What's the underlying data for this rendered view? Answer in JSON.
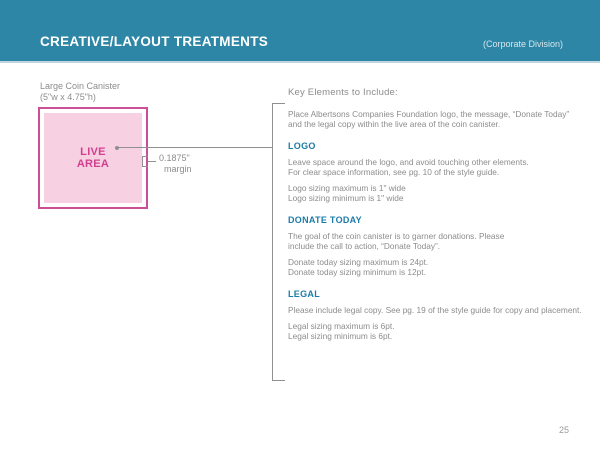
{
  "header": {
    "title": "CREATIVE/LAYOUT TREATMENTS",
    "subtitle": "(Corporate Division)"
  },
  "diagram": {
    "label_line1": "Large Coin Canister",
    "label_line2": "(5\"w x 4.75\"h)",
    "live_area_label": "LIVE AREA",
    "margin_value": "0.1875\"",
    "margin_label": "margin"
  },
  "content": {
    "heading": "Key Elements to Include:",
    "intro": [
      "Place Albertsons Companies Foundation logo, the message, “Donate Today”",
      "and the legal copy within the live area of the coin canister."
    ],
    "sections": [
      {
        "title": "LOGO",
        "para1": [
          "Leave space around the logo, and avoid touching other elements.",
          "For clear space information, see pg. 10 of the style guide."
        ],
        "para2": [
          "Logo sizing maximum is 1\" wide",
          "Logo sizing minimum is 1\" wide"
        ]
      },
      {
        "title": "DONATE TODAY",
        "para1": [
          "The goal of the coin canister is to garner donations. Please",
          "include the call to action, “Donate Today”."
        ],
        "para2": [
          "Donate today sizing maximum is 24pt.",
          "Donate today sizing minimum is 12pt."
        ]
      },
      {
        "title": "LEGAL",
        "para1": [
          "Please include legal copy. See pg. 19 of the style guide for copy and placement."
        ],
        "para2": [
          "Legal sizing maximum is 6pt.",
          "Legal sizing minimum is 6pt."
        ]
      }
    ]
  },
  "footer": {
    "page_number": "25"
  },
  "colors": {
    "header_bar": "#2e86a6",
    "section_heading": "#1c7ca8",
    "body_text": "#8c8c8c",
    "canister_border": "#cb4f97",
    "live_area_fill": "#f7d0e1",
    "live_area_text": "#d23f90",
    "annotation_line": "#909090"
  }
}
